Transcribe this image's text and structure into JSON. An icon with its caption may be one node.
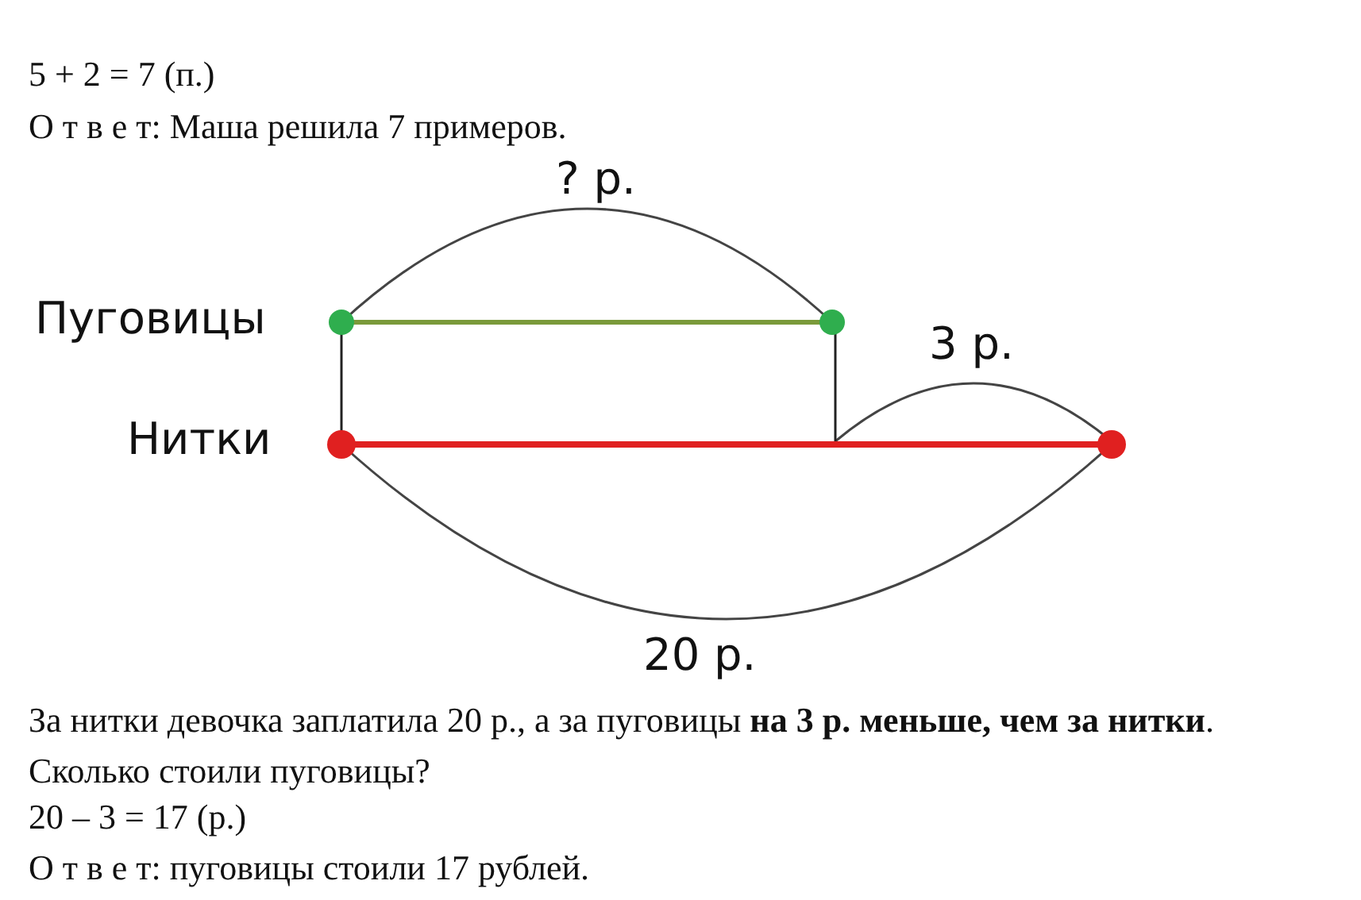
{
  "diagram": {
    "labels": [
      "5 + 2 = 7 (п.)",
      "О т в е т: Маша решила 7 примеров.",
      "? р.",
      "Пуговицы",
      "3 р.",
      "Нитки",
      "20 р.",
      "За нитки девочка заплатила 20 р., а за пуговицы **на 3 р. меньше, чем за нитки**. Сколько стоили пуговицы?",
      "20 – 3 = 17 (р.)",
      "О т в е т: пуговицы стоили 17 рублей."
    ]
  }
}
